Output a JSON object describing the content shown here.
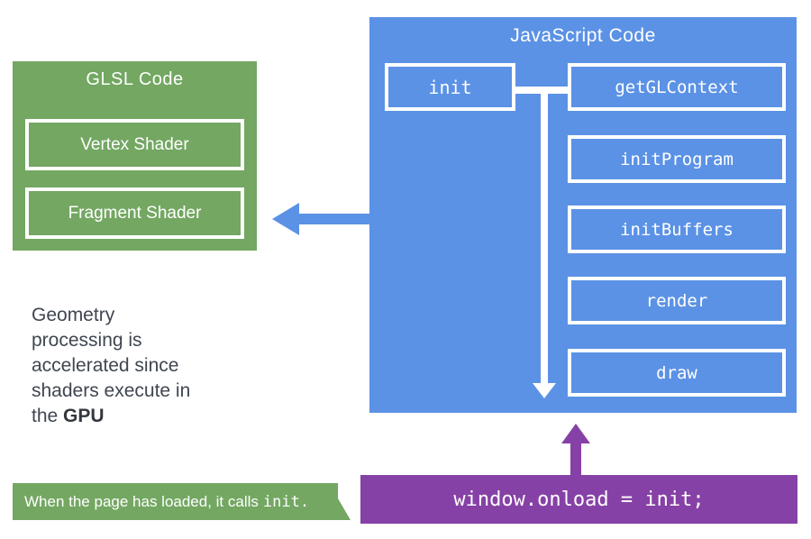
{
  "colors": {
    "panel_blue": "#5b92e5",
    "panel_green": "#73a762",
    "bar_purple": "#8641a6",
    "note_text": "#3f4650",
    "white": "#ffffff"
  },
  "js_panel": {
    "title": "JavaScript Code",
    "init_label": "init",
    "functions": [
      "getGLContext",
      "initProgram",
      "initBuffers",
      "render",
      "draw"
    ]
  },
  "glsl_panel": {
    "title": "GLSL Code",
    "shaders": [
      "Vertex Shader",
      "Fragment Shader"
    ]
  },
  "note": {
    "text_before": "Geometry\nprocessing is\naccelerated since\nshaders execute in\nthe ",
    "text_bold": "GPU"
  },
  "callout": {
    "text": "When the page has loaded, it calls",
    "code": "init."
  },
  "code_bar": {
    "text": "window.onload = init;"
  }
}
